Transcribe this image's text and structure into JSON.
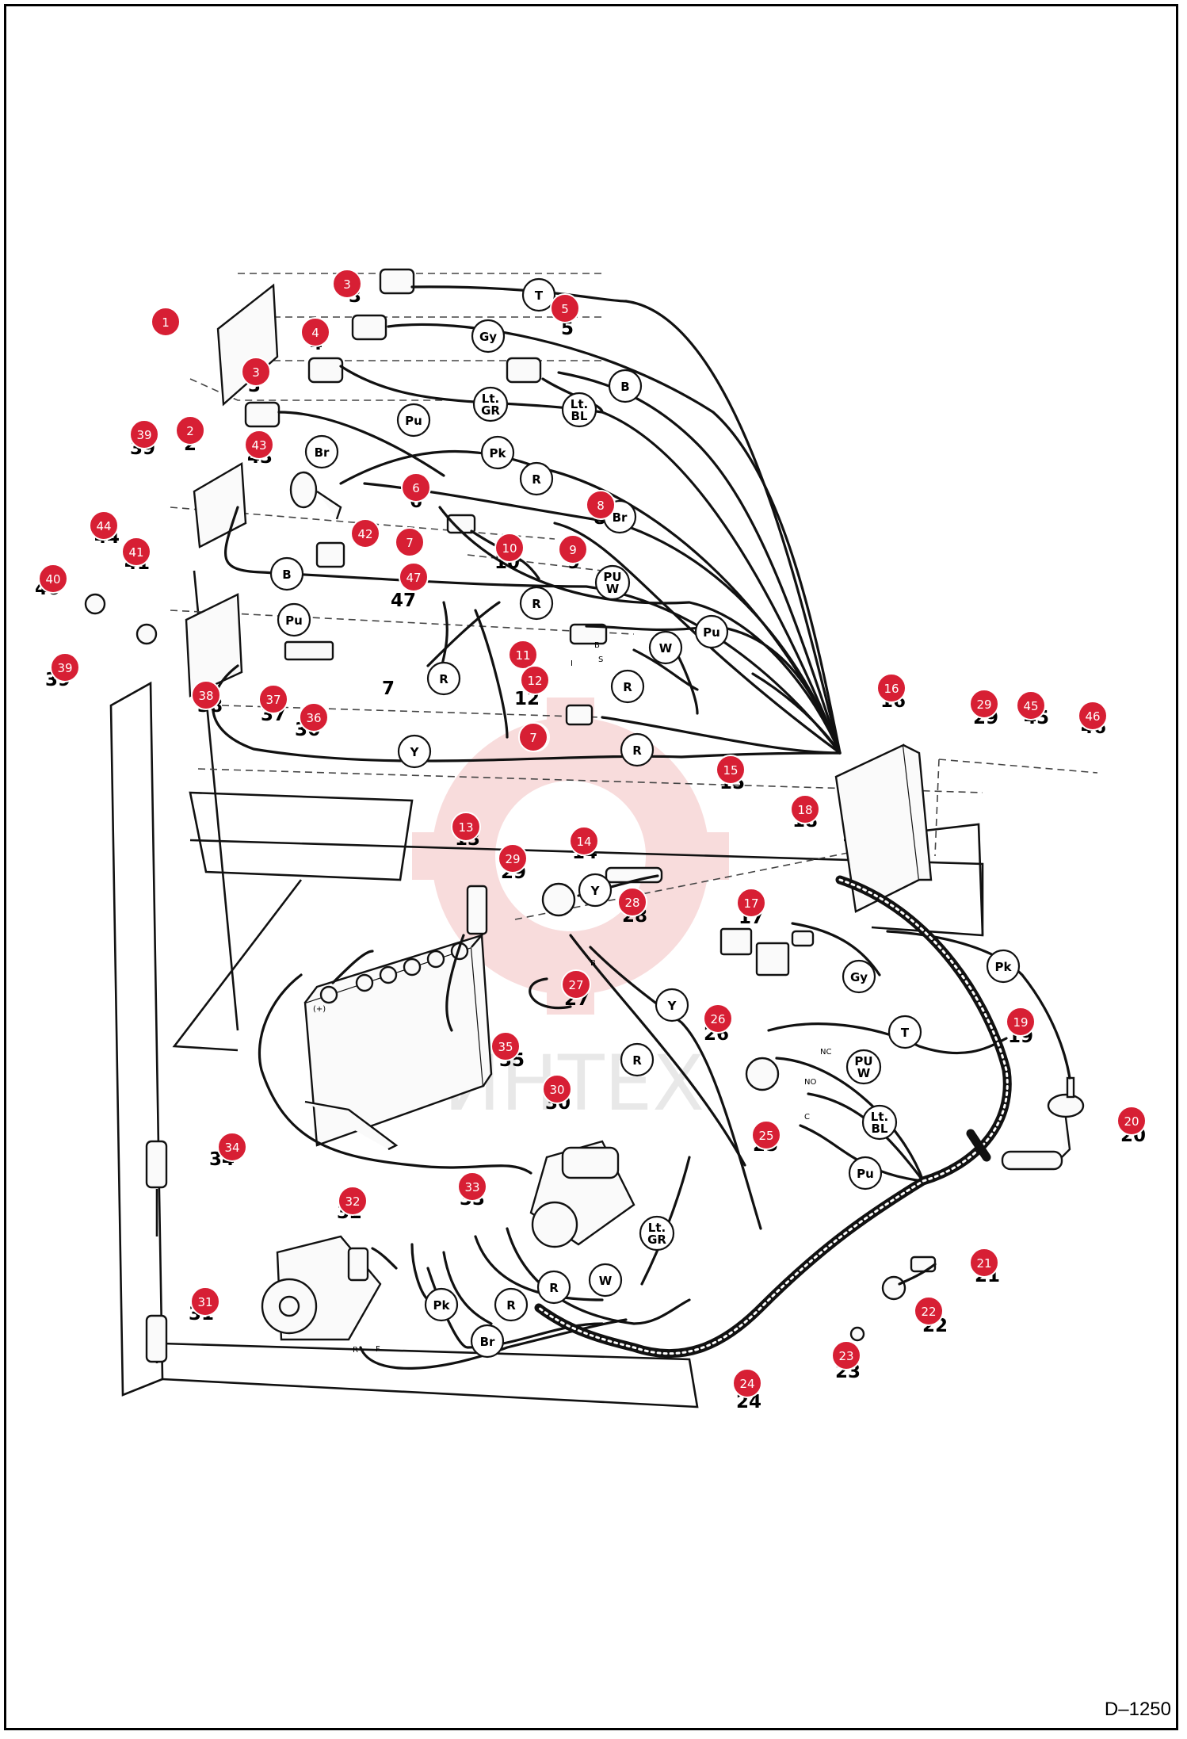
{
  "figure_code": "D–1250",
  "callouts": [
    "1",
    "3",
    "4",
    "3",
    "5",
    "2",
    "39",
    "43",
    "6",
    "8",
    "7",
    "9",
    "10",
    "44",
    "41",
    "42",
    "47",
    "40",
    "39",
    "38",
    "37",
    "36",
    "7",
    "11",
    "12",
    "7",
    "16",
    "29",
    "45",
    "46",
    "15",
    "18",
    "13",
    "14",
    "29",
    "28",
    "17",
    "27",
    "26",
    "19",
    "35",
    "30",
    "25",
    "20",
    "34",
    "32",
    "33",
    "31",
    "21",
    "22",
    "23",
    "24"
  ],
  "wire_labels": [
    "T",
    "Gy",
    "B",
    "Lt. GR",
    "Lt. BL",
    "Pu",
    "Br",
    "Pk",
    "R",
    "Br",
    "B",
    "PU W",
    "R",
    "Pu",
    "R",
    "W",
    "Pu",
    "R",
    "Y",
    "R",
    "Y",
    "Y",
    "Pk",
    "Gy",
    "T",
    "PU W",
    "Lt. BL",
    "Pu",
    "R",
    "Lt. GR",
    "W",
    "R",
    "Pk",
    "R",
    "Br"
  ],
  "plain_numbers": [
    "3",
    "4",
    "3",
    "5",
    "2",
    "39",
    "43",
    "44",
    "41",
    "40",
    "39",
    "38",
    "37",
    "36",
    "7",
    "10",
    "47",
    "6",
    "8",
    "9",
    "12",
    "15",
    "16",
    "29",
    "45",
    "46",
    "18",
    "13",
    "14",
    "29",
    "28",
    "17",
    "27",
    "26",
    "19",
    "20",
    "25",
    "35",
    "30",
    "34",
    "31",
    "32",
    "33",
    "21",
    "22",
    "23",
    "24"
  ],
  "terminal_marks": [
    "(+)",
    "B",
    "S",
    "I",
    "B",
    "NC",
    "NO",
    "C",
    "R",
    "F"
  ],
  "watermark": "ИНТЕХ"
}
